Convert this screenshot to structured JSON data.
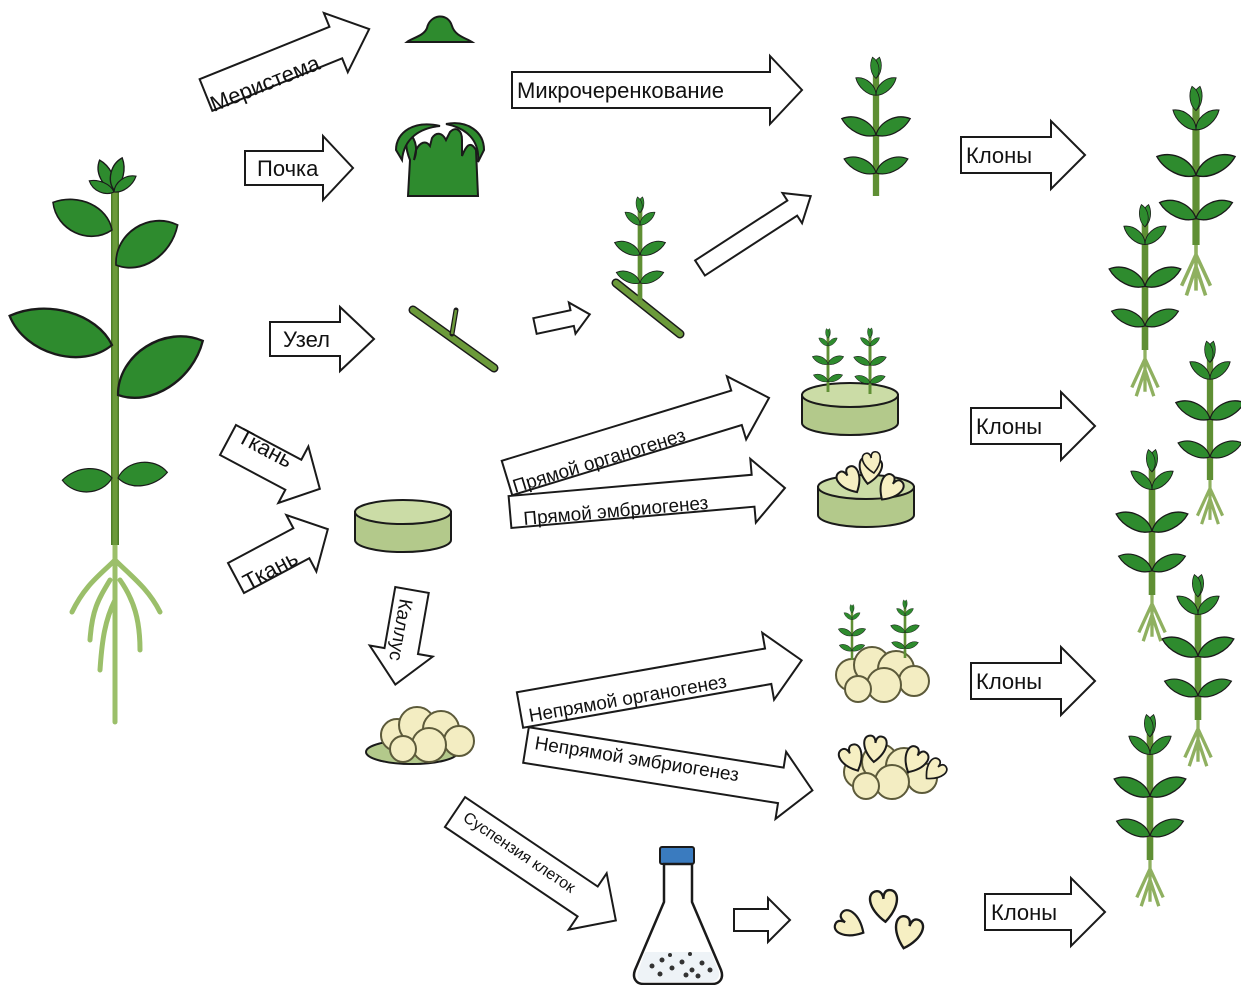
{
  "labels": {
    "meristem": "Меристема",
    "bud": "Почка",
    "node": "Узел",
    "tissue_1": "Ткань",
    "tissue_2": "Ткань",
    "microcutting": "Микрочеренкование",
    "direct_organogenesis": "Прямой органогенез",
    "direct_embryogenesis": "Прямой эмбриогенез",
    "callus": "Каллус",
    "indirect_organogenesis": "Непрямой органогенез",
    "indirect_embryogenesis": "Непрямой эмбриогенез",
    "cell_suspension": "Суспензия клеток",
    "clones_1": "Клоны",
    "clones_2": "Клоны",
    "clones_3": "Клоны",
    "clones_4": "Клоны"
  },
  "colors": {
    "leaf": "#2e8b2e",
    "leaf_dark": "#1f6d1f",
    "stem": "#6b9a3a",
    "stem_light": "#8fb060",
    "root": "#9bbf6a",
    "medium_top": "#cbdca6",
    "medium_side": "#b3c98b",
    "callus": "#f3edc2",
    "callus_edge": "#5c5a3a",
    "embryo": "#f6efc3",
    "flask_cap": "#3a7bbf",
    "arrow_stroke": "#1a1a1a"
  }
}
